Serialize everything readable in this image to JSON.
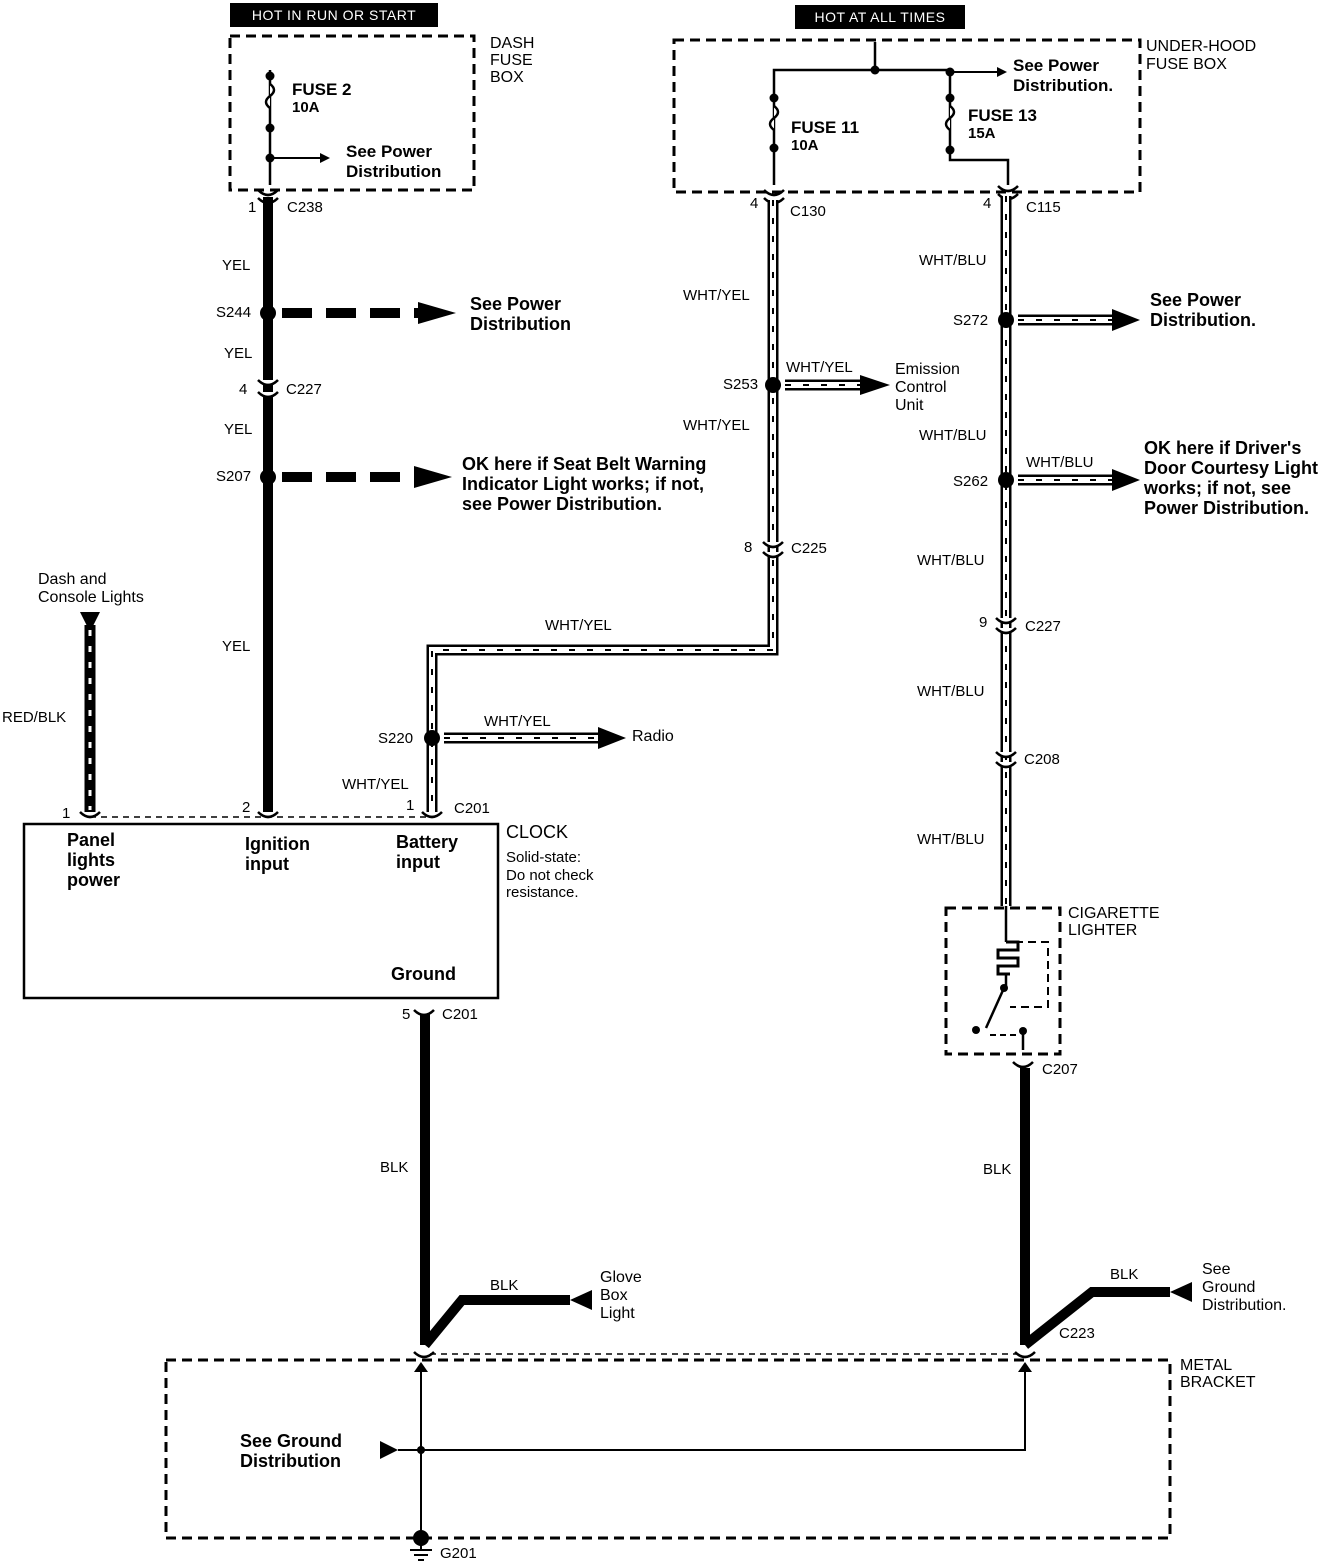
{
  "headers": {
    "hot_run_start": "HOT IN RUN OR START",
    "hot_all_times": "HOT AT ALL TIMES"
  },
  "dash_fuse_box": {
    "label_1": "DASH",
    "label_2": "FUSE",
    "label_3": "BOX",
    "fuse_name": "FUSE 2",
    "fuse_rating": "10A",
    "see_power_1": "See Power",
    "see_power_2": "Distribution"
  },
  "under_hood_fuse_box": {
    "label_1": "UNDER-HOOD",
    "label_2": "FUSE BOX",
    "fuse11_name": "FUSE 11",
    "fuse11_rating": "10A",
    "fuse13_name": "FUSE 13",
    "fuse13_rating": "15A",
    "see_power_1": "See Power",
    "see_power_2": "Distribution."
  },
  "connectors": {
    "c238": "C238",
    "c238_pin": "1",
    "c227_a": "C227",
    "c227_a_pin": "4",
    "c130": "C130",
    "c130_pin": "4",
    "c115": "C115",
    "c115_pin": "4",
    "c225": "C225",
    "c225_pin": "8",
    "c227_b": "C227",
    "c227_b_pin": "9",
    "c208": "C208",
    "c201_top": "C201",
    "c201_bot": "C201",
    "c201_bot_pin": "5",
    "c207": "C207",
    "c223": "C223",
    "g201": "G201"
  },
  "splices": {
    "s244": "S244",
    "s207": "S207",
    "s253": "S253",
    "s220": "S220",
    "s272": "S272",
    "s262": "S262"
  },
  "wires": {
    "yel": "YEL",
    "wht_yel": "WHT/YEL",
    "wht_blu": "WHT/BLU",
    "red_blk": "RED/BLK",
    "blk": "BLK"
  },
  "notes": {
    "s244_1": "See Power",
    "s244_2": "Distribution",
    "s207_1": "OK here if Seat Belt Warning",
    "s207_2": "Indicator Light works; if not,",
    "s207_3": "see Power Distribution.",
    "emission_1": "Emission",
    "emission_2": "Control",
    "emission_3": "Unit",
    "s272_1": "See Power",
    "s272_2": "Distribution.",
    "s262_1": "OK here if Driver's",
    "s262_2": "Door Courtesy Light",
    "s262_3": "works; if not, see",
    "s262_4": "Power Distribution.",
    "radio": "Radio",
    "dash_lights_1": "Dash and",
    "dash_lights_2": "Console Lights",
    "glove_1": "Glove",
    "glove_2": "Box",
    "glove_3": "Light",
    "see_ground_1": "See",
    "see_ground_2": "Ground",
    "see_ground_3": "Distribution.",
    "bracket_ground_1": "See Ground",
    "bracket_ground_2": "Distribution"
  },
  "clock": {
    "title": "CLOCK",
    "note_1": "Solid-state:",
    "note_2": "Do not check",
    "note_3": "resistance.",
    "pin1": "1",
    "pin2": "2",
    "pin1_batt": "1",
    "panel_1": "Panel",
    "panel_2": "lights",
    "panel_3": "power",
    "ign_1": "Ignition",
    "ign_2": "input",
    "bat_1": "Battery",
    "bat_2": "input",
    "ground": "Ground"
  },
  "cigarette_lighter": {
    "label_1": "CIGARETTE",
    "label_2": "LIGHTER"
  },
  "metal_bracket": {
    "label_1": "METAL",
    "label_2": "BRACKET"
  }
}
